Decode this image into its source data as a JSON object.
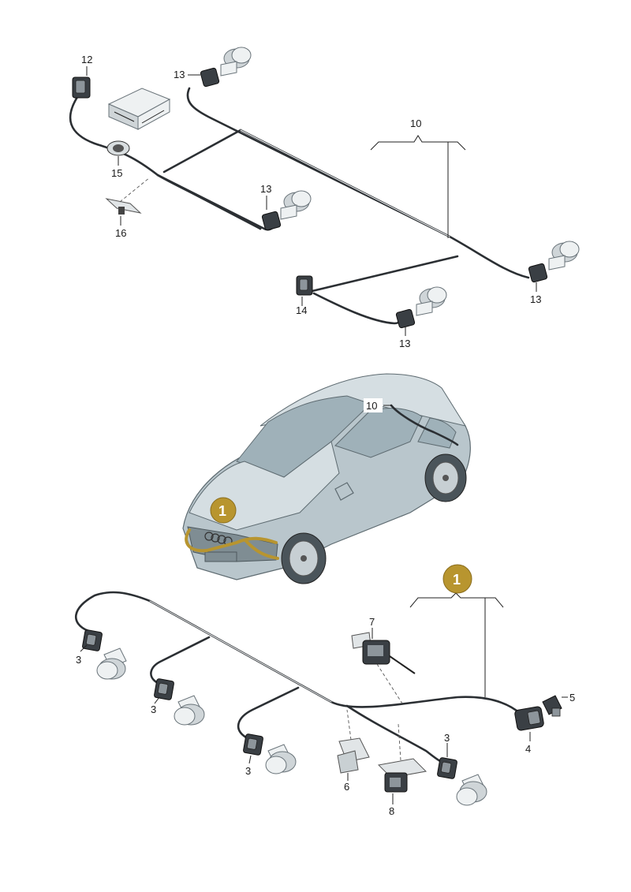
{
  "callouts": {
    "c12": "12",
    "c13a": "13",
    "c15": "15",
    "c16": "16",
    "c13b": "13",
    "c10": "10",
    "c14": "14",
    "c13c": "13",
    "c13d": "13",
    "car10": "10",
    "badge1": "1",
    "badge2": "1",
    "c7": "7",
    "c3a": "3",
    "c3b": "3",
    "c3c": "3",
    "c3d": "3",
    "c5": "5",
    "c4": "4",
    "c6": "6",
    "c8": "8"
  },
  "colors": {
    "highlight": "#b8952f",
    "wire": "#2b2f33",
    "car_body": "#b9c6cc"
  }
}
